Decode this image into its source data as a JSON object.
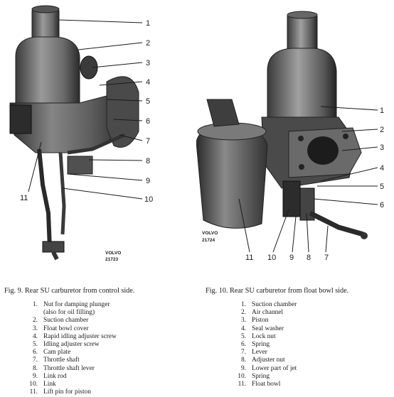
{
  "figures": [
    {
      "caption": "Fig. 9. Rear SU carburetor from control side.",
      "stamp": [
        "VOLVO",
        "21723"
      ],
      "callouts": [
        "1",
        "2",
        "3",
        "4",
        "5",
        "6",
        "7",
        "8",
        "9",
        "10",
        "11"
      ],
      "legend": [
        {
          "num": "1.",
          "text": "Nut for damping plunger"
        },
        {
          "num": "",
          "text": "(also for oil filling)"
        },
        {
          "num": "2.",
          "text": "Suction chamber"
        },
        {
          "num": "3.",
          "text": "Float bowl cover"
        },
        {
          "num": "4.",
          "text": "Rapid idling adjuster screw"
        },
        {
          "num": "5.",
          "text": "Idling adjuster screw"
        },
        {
          "num": "6.",
          "text": "Cam plate"
        },
        {
          "num": "7.",
          "text": "Throttle shaft"
        },
        {
          "num": "8.",
          "text": "Throttle shaft lever"
        },
        {
          "num": "9.",
          "text": "Link rod"
        },
        {
          "num": "10.",
          "text": "Link"
        },
        {
          "num": "11.",
          "text": "Lift pin for piston"
        }
      ]
    },
    {
      "caption": "Fig. 10. Rear SU carburetor from float bowl side.",
      "stamp": [
        "VOLVO",
        "21724"
      ],
      "callouts": [
        "1",
        "2",
        "3",
        "4",
        "5",
        "6",
        "7",
        "8",
        "9",
        "10",
        "11"
      ],
      "legend": [
        {
          "num": "1.",
          "text": "Suction chamber"
        },
        {
          "num": "2.",
          "text": "Air channel"
        },
        {
          "num": "3.",
          "text": "Piston"
        },
        {
          "num": "4.",
          "text": "Seal washer"
        },
        {
          "num": "5.",
          "text": "Lock nut"
        },
        {
          "num": "6.",
          "text": "Spring"
        },
        {
          "num": "7.",
          "text": "Lever"
        },
        {
          "num": "8.",
          "text": "Adjuster nut"
        },
        {
          "num": "9.",
          "text": "Lower part of jet"
        },
        {
          "num": "10.",
          "text": "Spring"
        },
        {
          "num": "11.",
          "text": "Float bowl"
        }
      ]
    }
  ]
}
